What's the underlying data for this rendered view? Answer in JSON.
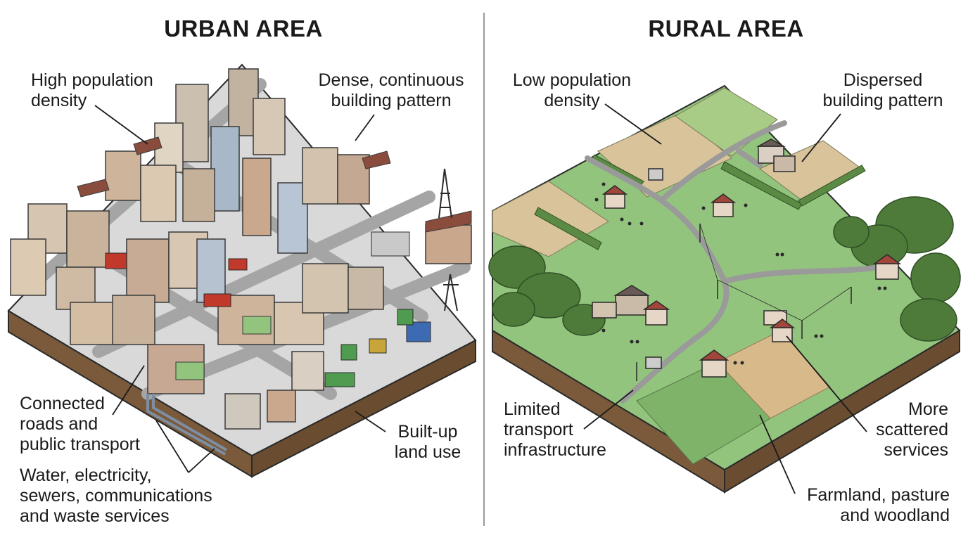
{
  "urban": {
    "title": "URBAN AREA",
    "labels": {
      "population": [
        "High population",
        "density"
      ],
      "building": [
        "Dense, continuous",
        "building pattern"
      ],
      "transport": [
        "Connected",
        "roads and",
        "public transport"
      ],
      "services": [
        "Water, electricity,",
        "sewers, communications",
        "and waste services"
      ],
      "landuse": [
        "Built-up",
        "land use"
      ]
    }
  },
  "rural": {
    "title": "RURAL AREA",
    "labels": {
      "population": [
        "Low population",
        "density"
      ],
      "building": [
        "Dispersed",
        "building pattern"
      ],
      "transport": [
        "Limited",
        "transport",
        "infrastructure"
      ],
      "services": [
        "More",
        "scattered",
        "services"
      ],
      "landuse": [
        "Farmland, pasture",
        "and woodland"
      ]
    }
  },
  "colors": {
    "divider": "#9a9a9a",
    "soil": "#7a5a3a",
    "road": "#b5b5b5",
    "grass": "#93c47d",
    "field": "#d9c39a",
    "tree": "#4e7a3a"
  }
}
